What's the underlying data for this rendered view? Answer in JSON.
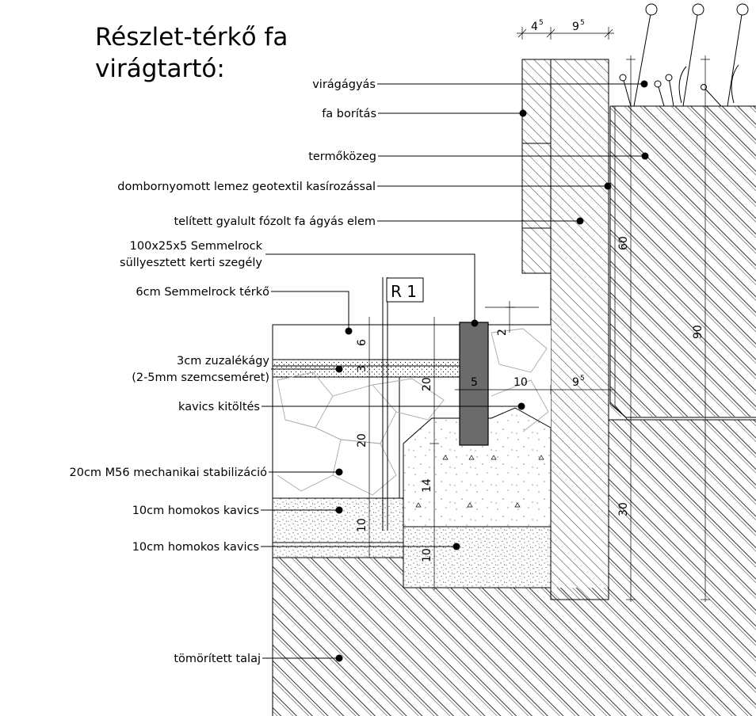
{
  "title": {
    "line1": "Részlet-térkő fa",
    "line2": "virágtartó:"
  },
  "labels": {
    "viragagyas": "virágágyás",
    "fa_boritas": "fa borítás",
    "termokozeg": "termőközeg",
    "dombornyomott": "dombornyomott lemez geotextil kasírozással",
    "telitett": "telített gyalult fózolt fa ágyás elem",
    "semmelrock_1": "100x25x5 Semmelrock",
    "semmelrock_2": "süllyesztett kerti szegély",
    "terko": "6cm Semmelrock térkő",
    "zuzalek_1": "3cm zuzalékágy",
    "zuzalek_2": "(2-5mm szemcseméret)",
    "kavics_kitoltes": "kavics kitöltés",
    "m56": "20cm M56 mechanikai stabilizáció",
    "homokos_1": "10cm homokos kavics",
    "homokos_2": "10cm homokos kavics",
    "talaj": "tömörített talaj"
  },
  "section_mark": "R 1",
  "dimensions": {
    "top_4": "4",
    "top_4_sup": "5",
    "top_9": "9",
    "top_9_sup": "5",
    "d6": "6",
    "d3": "3",
    "d20a": "20",
    "d20b": "20",
    "d10a": "10",
    "d10b": "10",
    "d14": "14",
    "d2": "2",
    "d5": "5",
    "d10c": "10",
    "d9": "9",
    "d9_sup": "5",
    "d60": "60",
    "d90": "90",
    "d30": "30"
  }
}
